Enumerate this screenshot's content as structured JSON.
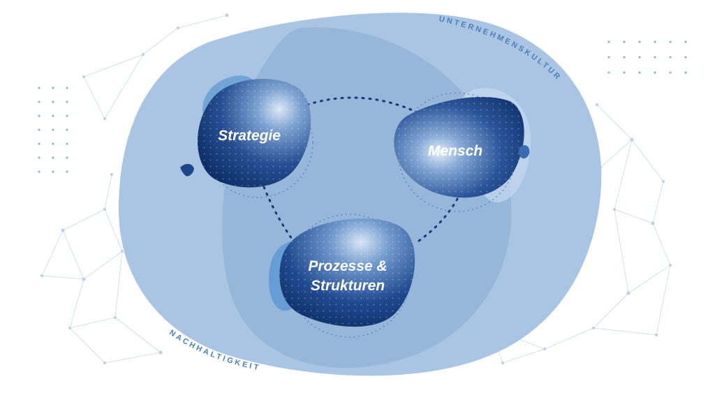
{
  "diagram": {
    "outer_labels": {
      "top_right": "UNTERNEHMENSKULTUR",
      "bottom_left": "NACHHALTIGKEIT"
    },
    "nodes": {
      "strategie": {
        "label": "Strategie"
      },
      "mensch": {
        "label": "Mensch"
      },
      "prozesse": {
        "line1": "Prozesse &",
        "line2": "Strukturen"
      }
    },
    "colors": {
      "outer_blob": "#a8c4e2",
      "inner_blob": "#93b3d7",
      "node_dark": "#0f3574",
      "node_mid": "#2d5fa6",
      "accent_light": "#5b95cf",
      "text_on_node": "#ffffff",
      "label_blue": "#4a7fb8"
    }
  }
}
